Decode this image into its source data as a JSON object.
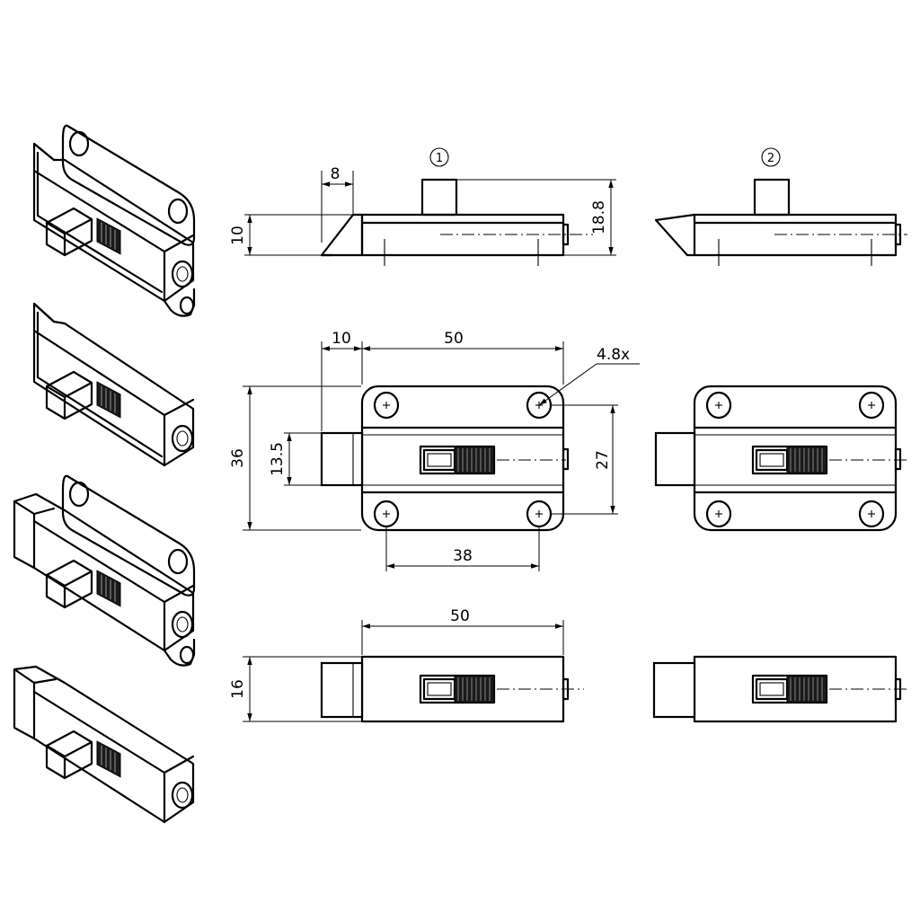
{
  "variants": {
    "v1": "1",
    "v2": "2"
  },
  "dimensions": {
    "bolt_tip": "8",
    "height_10": "10",
    "height_18_8": "18.8",
    "bolt_extension": "10",
    "length_50_top": "50",
    "hole": "4.8x",
    "height_36": "36",
    "bolt_width": "13.5",
    "hole_spacing_v": "27",
    "hole_spacing_h": "38",
    "length_50_bottom": "50",
    "height_16": "16"
  }
}
